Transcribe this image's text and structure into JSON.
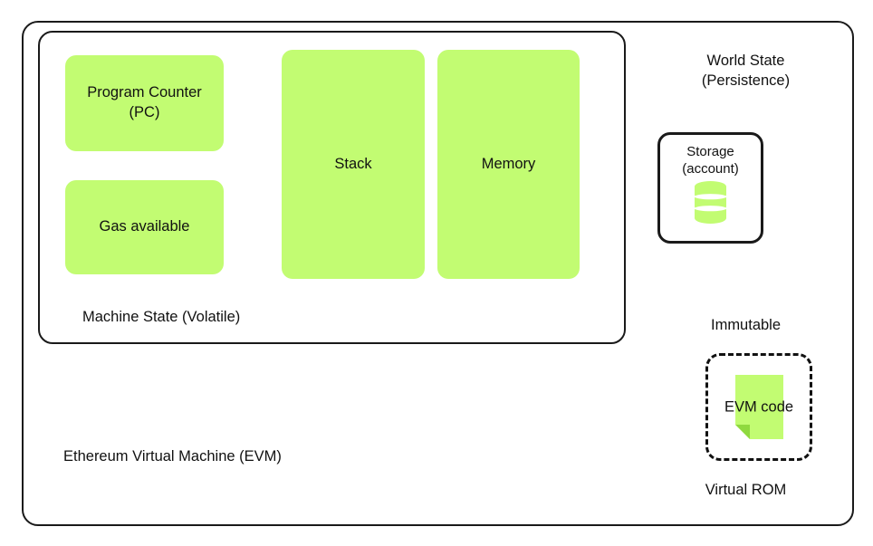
{
  "diagram": {
    "title": "Ethereum Virtual Machine (EVM)",
    "colors": {
      "accent_green": "#c2fc72",
      "accent_green_dark": "#8fd93f",
      "stroke": "#1a1a1a",
      "background": "#ffffff"
    }
  },
  "evm": {
    "label": "Ethereum Virtual Machine (EVM)"
  },
  "machine_state": {
    "label": "Machine State (Volatile)",
    "components": [
      {
        "id": "program-counter",
        "label": "Program Counter\n(PC)"
      },
      {
        "id": "gas-available",
        "label": "Gas available"
      },
      {
        "id": "stack",
        "label": "Stack"
      },
      {
        "id": "memory",
        "label": "Memory"
      }
    ]
  },
  "world_state": {
    "label": "World State\n(Persistence)",
    "storage": {
      "caption": "Storage\n(account)",
      "icon": "database-icon"
    }
  },
  "virtual_rom": {
    "top_label": "Immutable",
    "bottom_label": "Virtual ROM",
    "code": {
      "label": "EVM code",
      "icon": "document-page-icon"
    }
  }
}
